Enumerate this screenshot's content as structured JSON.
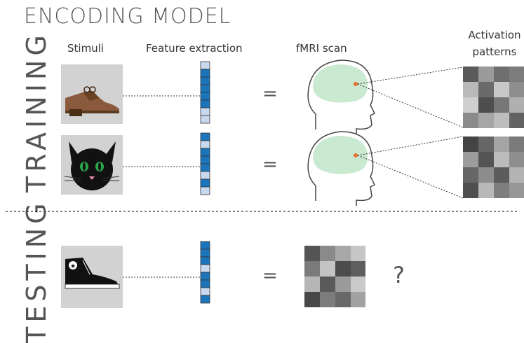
{
  "title": "ENCODING MODEL",
  "columns": {
    "stimuli": "Stimuli",
    "features": "Feature extraction",
    "fmri": "fMRI scan",
    "activation": "Activation\npatterns"
  },
  "rows": {
    "training": "TRAINING",
    "testing": "TESTING"
  },
  "symbols": {
    "equals": "=",
    "question": "?"
  },
  "colors": {
    "feature_dark": "#1b75bb",
    "feature_light": "#c8d9ef",
    "brain": "#c9e9d1",
    "stimulus_bg": "#d2d2d2"
  }
}
